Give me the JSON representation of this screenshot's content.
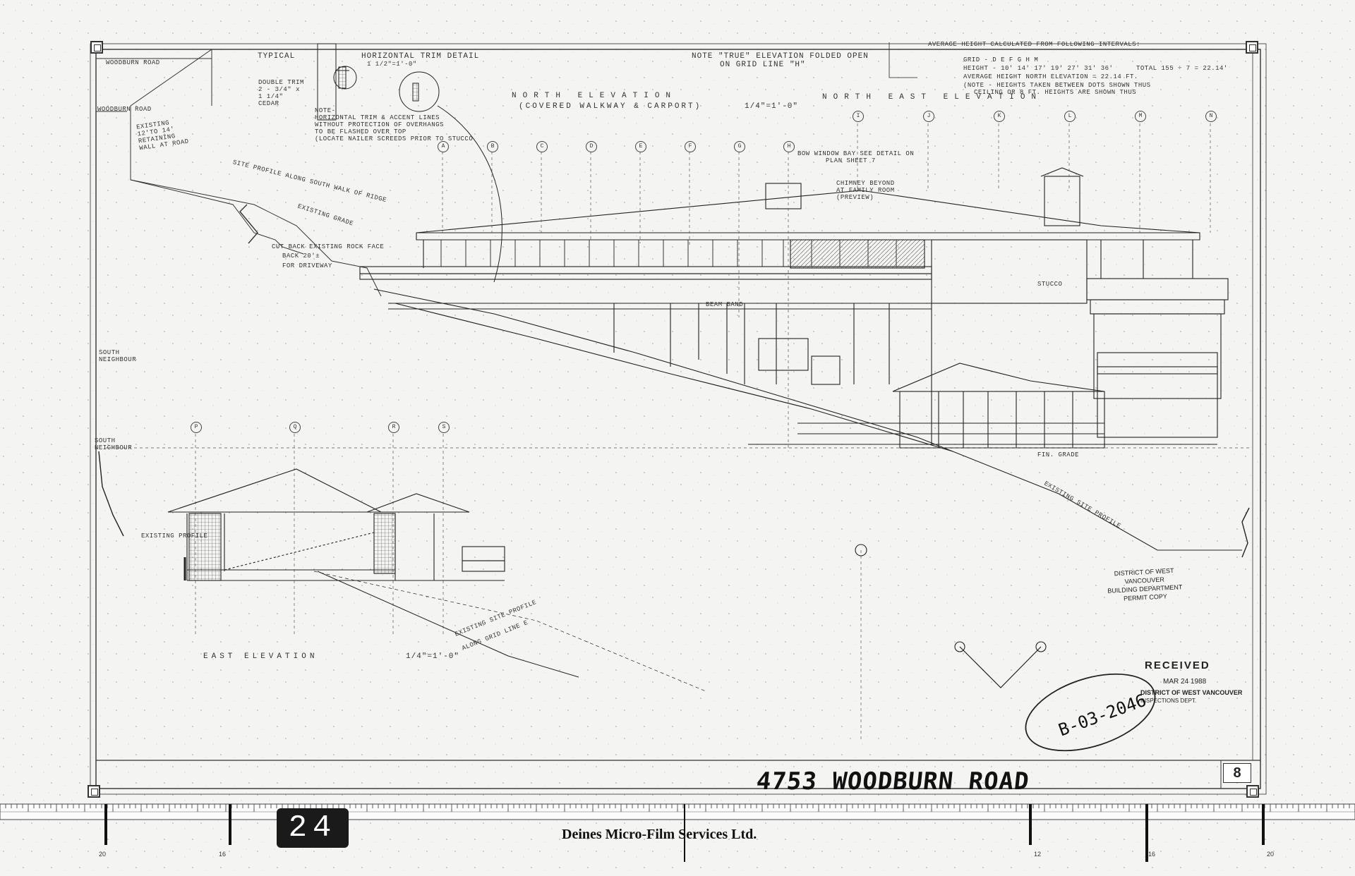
{
  "titleblock": {
    "address": "4753 WOODBURN ROAD",
    "sheet_number": "8",
    "frame_number": "24",
    "microfilm_company": "Deines Micro-Film Services Ltd."
  },
  "drawings": {
    "north_elevation": {
      "title": "NORTH ELEVATION",
      "subtitle": "(COVERED WALKWAY & CARPORT)",
      "scale": "1/4\"=1'-0\""
    },
    "north_east_elevation": {
      "title": "NORTH EAST ELEVATION"
    },
    "east_elevation": {
      "title": "EAST ELEVATION",
      "scale": "1/4\"=1'-0\""
    }
  },
  "notes": {
    "typical_trim": "TYPICAL",
    "horizontal_trim_detail": "HORIZONTAL TRIM DETAIL",
    "trim_scale": "1 1/2\"=1'-0\"",
    "double_trim": "DOUBLE TRIM 2 - 3/4\" x 1 1/4\" CEDAR",
    "note_title": "NOTE-",
    "note_lines": [
      "HORIZONTAL TRIM & ACCENT LINES",
      "WITHOUT PROTECTION OF OVERHANGS",
      "TO BE FLASHED OVER TOP",
      "(LOCATE NAILER SCREEDS PRIOR TO STUCCO"
    ],
    "true_elevation": "NOTE \"TRUE\" ELEVATION FOLDED OPEN",
    "grid_line": "ON GRID LINE \"H\"",
    "bow_window": "BOW WINDOW BAY SEE DETAIL ON",
    "plan_sheet": "PLAN SHEET 7",
    "chimney": "CHIMNEY BEYOND AT FAMILY ROOM (PREVIEW)",
    "site_profile": "SITE PROFILE ALONG SOUTH WALK OF RIDGE",
    "existing_wall": "EXISTING 12'TO 14' RETAINING WALL AT ROAD",
    "cut_back": "CUT BACK EXISTING ROCK FACE",
    "back_20": "BACK 20'±",
    "for_driveway": "FOR DRIVEWAY",
    "existing_grade": "EXISTING GRADE",
    "finish_grade": "FIN. GRADE",
    "existing_site_profile": "EXISTING SITE PROFILE",
    "existing_site_profile_2": "EXISTING SITE PROFILE",
    "along_grid": "ALONG GRID LINE E",
    "south_neighbour": "SOUTH NEIGHBOUR",
    "south_neighbour_2": "SOUTH NEIGHBOUR",
    "woodburn_road": "WOODBURN ROAD",
    "woodburn_road_2": "WOODBURN ROAD",
    "stucco": "STUCCO",
    "beam_band": "BEAM BAND",
    "existing_profile_east": "EXISTING PROFILE"
  },
  "height_table": {
    "heading": "AVERAGE HEIGHT CALCULATED FROM FOLLOWING INTERVALS:",
    "grid_row": "GRID -  D   E   F   G   H   M",
    "height_row": "HEIGHT - 10'  14'  17'  19'  27'  31'  36'",
    "total": "TOTAL 155 ÷ 7 = 22.14'",
    "average": "AVERAGE HEIGHT NORTH ELEVATION = 22.14 FT.",
    "note1": "(NOTE - HEIGHTS TAKEN BETWEEN DOTS SHOWN THUS",
    "note2": "CEILING OR 8 FT. HEIGHTS ARE SHOWN THUS"
  },
  "grid_labels_top": [
    "A",
    "B",
    "C",
    "D",
    "E",
    "F",
    "G",
    "H"
  ],
  "grid_labels_ne": [
    "I",
    "J",
    "K",
    "L",
    "M",
    "N"
  ],
  "grid_labels_east": [
    "P",
    "Q",
    "R",
    "S"
  ],
  "stamps": {
    "permit_line1": "DISTRICT OF WEST VANCOUVER",
    "permit_line2": "BUILDING DEPARTMENT",
    "permit_line3": "PERMIT COPY",
    "received": "RECEIVED",
    "received_date": "MAR 24 1988",
    "received_dept1": "DISTRICT OF WEST VANCOUVER",
    "received_dept2": "INSPECTIONS DEPT.",
    "permit_number": "B-03-2046"
  },
  "ruler": {
    "numbers_bottom": [
      "20",
      "16",
      "12",
      "16",
      "20"
    ]
  }
}
